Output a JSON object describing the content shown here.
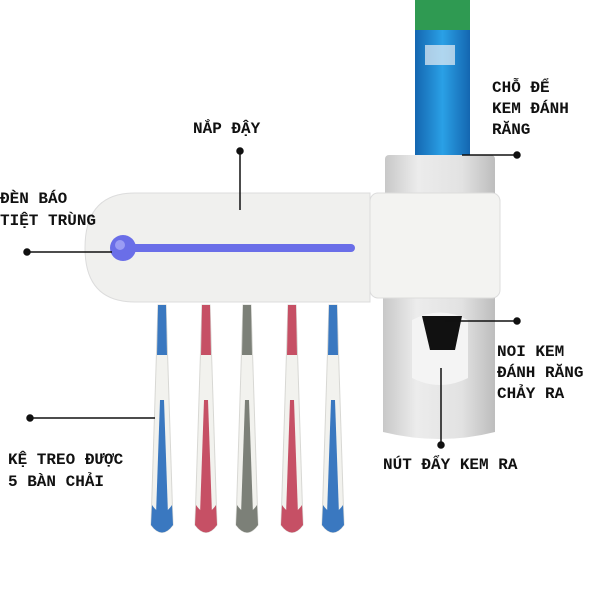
{
  "labels": {
    "cover": "NẮP ĐẬY",
    "uv_light": [
      "ĐÈN BÁO",
      "TIỆT TRÙNG"
    ],
    "tube_holder": [
      "CHỖ ĐỂ",
      "KEM ĐÁNH",
      "RĂNG"
    ],
    "outlet": [
      "NOI KEM",
      "ĐÁNH RĂNG",
      "CHẢY RA"
    ],
    "push_button": "NÚT ĐẨY KEM RA",
    "brush_rack": [
      "KỆ TREO ĐƯỢC",
      "5 BÀN CHẢI"
    ]
  },
  "colors": {
    "uv": "#6a6ee8",
    "blue": "#3a78c0",
    "red": "#c65065",
    "gray": "#7c8078",
    "tube": "#1e8fd6"
  },
  "brushes": [
    "blue",
    "red",
    "gray",
    "red",
    "blue"
  ]
}
